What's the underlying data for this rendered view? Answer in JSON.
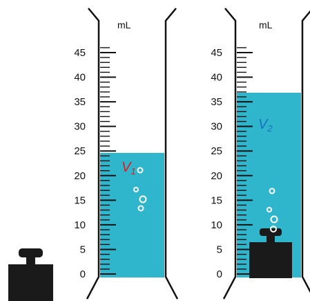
{
  "unit_label": "mL",
  "scale_ticks": [
    "45",
    "40",
    "35",
    "30",
    "25",
    "20",
    "15",
    "10",
    "5",
    "0"
  ],
  "cylinder_left": {
    "volume_label": "V",
    "volume_subscript": "1",
    "water_level_ml": 25,
    "label_color": "#e0181e"
  },
  "cylinder_right": {
    "volume_label": "V",
    "volume_subscript": "2",
    "water_level_ml": 37,
    "label_color": "#1b6fc2"
  },
  "colors": {
    "water": "#2fb6cc",
    "weight": "#1a1a1a",
    "outline": "#111111"
  },
  "objects": [
    "weight-icon (outside cylinder)",
    "weight-icon (submerged in right cylinder)"
  ]
}
